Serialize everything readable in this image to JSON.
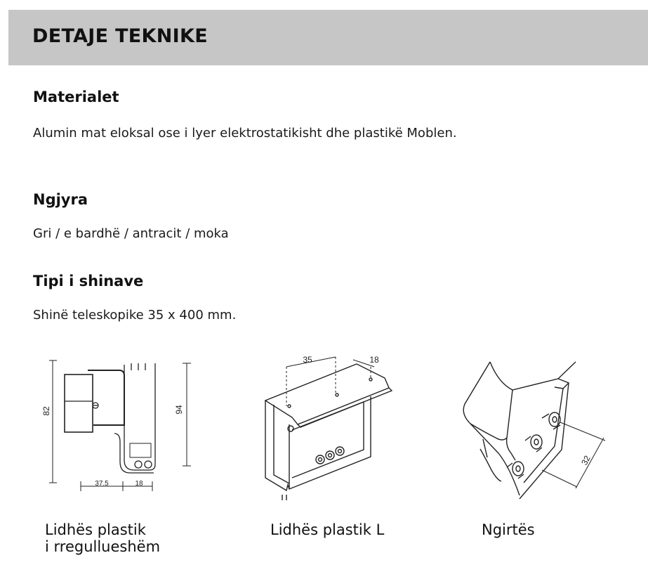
{
  "header": {
    "title": "DETAJE TEKNIKE"
  },
  "sections": {
    "materials": {
      "heading": "Materialet",
      "text": "Alumin mat eloksal ose i lyer elektrostatikisht dhe plastikë Moblen."
    },
    "colour": {
      "heading": "Ngjyra",
      "text": "Gri / e bardhë / antracit / moka"
    },
    "rail": {
      "heading": "Tipi i shinave",
      "text": "Shinë teleskopike 35 x 400 mm."
    }
  },
  "figures": {
    "adjustable_connector": {
      "caption_line1": "Lidhës plastik",
      "caption_line2": "i rregullueshëm",
      "dim_height_left": "82",
      "dim_height_right": "94",
      "dim_width_a": "37.5",
      "dim_width_b": "18"
    },
    "l_connector": {
      "caption": "Lidhës plastik L",
      "dim_a": "35",
      "dim_b": "18"
    },
    "lifter": {
      "caption": "Ngirtës",
      "dim_a": "32"
    }
  }
}
